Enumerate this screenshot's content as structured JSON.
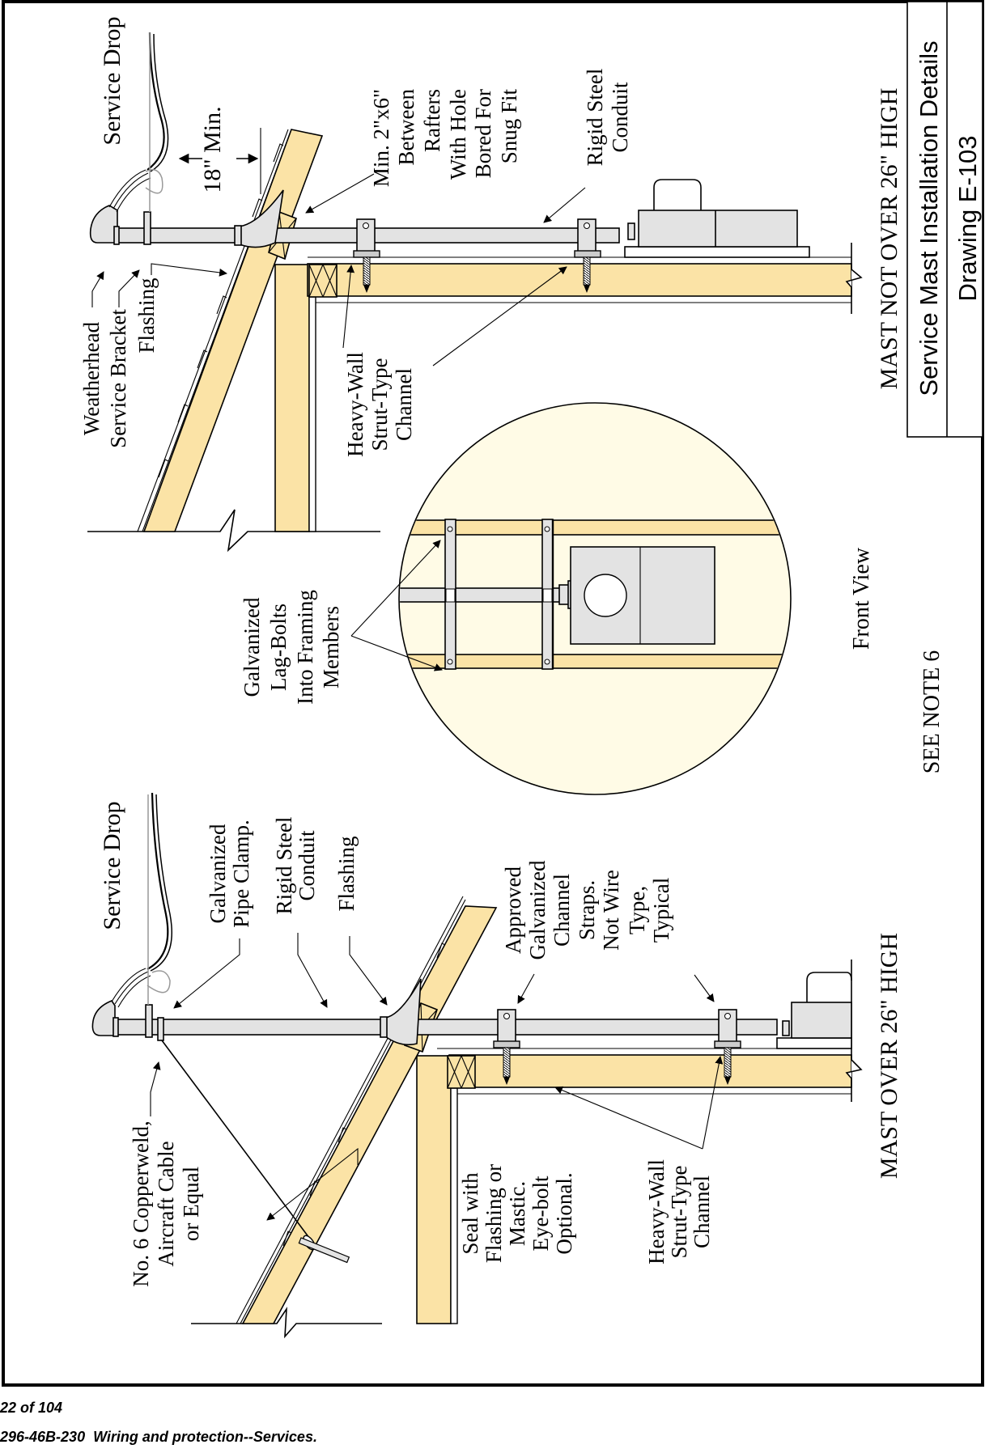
{
  "title_block": {
    "title": "Service Mast Installation Details",
    "drawing_number": "Drawing E-103"
  },
  "top_detail": {
    "caption": "MAST NOT OVER 26\" HIGH",
    "labels": {
      "service_drop": "Service Drop",
      "clearance": "18\" Min.",
      "weatherhead": "Weatherhead",
      "service_bracket": "Service Bracket",
      "flashing": "Flashing",
      "blocking": [
        "Min. 2\"x6\"",
        "Between",
        "Rafters",
        "With Hole",
        "Bored For",
        "Snug Fit"
      ],
      "conduit": [
        "Rigid Steel",
        "Conduit"
      ],
      "channel": [
        "Heavy-Wall",
        "Strut-Type",
        "Channel"
      ]
    }
  },
  "front_view": {
    "caption": "Front View",
    "lag_bolts": [
      "Galvanized",
      "Lag-Bolts",
      "Into Framing",
      "Members"
    ]
  },
  "note": "SEE NOTE 6",
  "bottom_detail": {
    "caption": "MAST OVER 26\" HIGH",
    "labels": {
      "service_drop": "Service Drop",
      "pipe_clamp": [
        "Galvanized",
        "Pipe Clamp."
      ],
      "conduit": [
        "Rigid Steel",
        "Conduit"
      ],
      "flashing": "Flashing",
      "straps": [
        "Approved",
        "Galvanized",
        "Channel",
        "Straps.",
        "Not Wire",
        "Type,",
        "Typical"
      ],
      "guy": [
        "No. 6 Copperweld,",
        "Aircraft Cable",
        "or Equal"
      ],
      "seal": [
        "Seal with",
        "Flashing or",
        "Mastic.",
        "Eye-bolt",
        "Optional."
      ],
      "channel": [
        "Heavy-Wall",
        "Strut-Type",
        "Channel"
      ]
    }
  },
  "colors": {
    "wood": "#fbe3a6",
    "metal": "#e3e3e3",
    "detail_circle": "#fffbe6"
  },
  "footer": {
    "page": "22 of 104",
    "section": "296-46B-230  Wiring and protection--Services."
  }
}
